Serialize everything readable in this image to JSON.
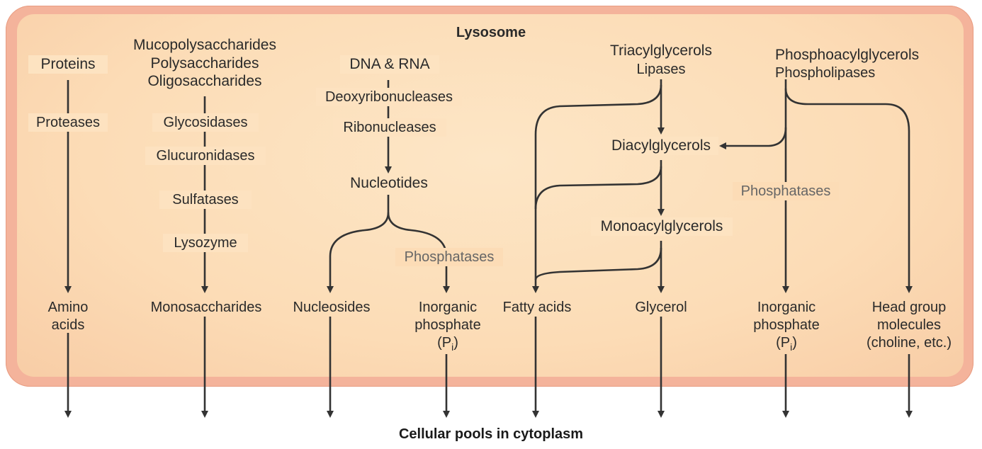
{
  "title": "Lysosome",
  "footer": "Cellular pools in cytoplasm",
  "columns": {
    "proteins": {
      "substrate": "Proteins",
      "enzyme": "Proteases",
      "product_l1": "Amino",
      "product_l2": "acids"
    },
    "carbs": {
      "substrates": [
        "Mucopolysaccharides",
        "Polysaccharides",
        "Oligosaccharides"
      ],
      "enzymes": [
        "Glycosidases",
        "Glucuronidases",
        "Sulfatases",
        "Lysozyme"
      ],
      "product": "Monosaccharides"
    },
    "nucleic": {
      "substrate": "DNA & RNA",
      "enzymes": [
        "Deoxyribonucleases",
        "Ribonucleases"
      ],
      "intermediate": "Nucleotides",
      "enzyme2": "Phosphatases",
      "product1": "Nucleosides",
      "product2_l1": "Inorganic",
      "product2_l2": "phosphate",
      "product2_l3": "(P",
      "product2_sub": "i",
      "product2_close": ")"
    },
    "lipids": {
      "substrate": "Triacylglycerols",
      "enzyme": "Lipases",
      "intermediate1": "Diacylglycerols",
      "intermediate2": "Monoacylglycerols",
      "product1": "Fatty acids",
      "product2": "Glycerol"
    },
    "phospholipids": {
      "substrate": "Phosphoacylglycerols",
      "enzyme": "Phospholipases",
      "enzyme2": "Phosphatases",
      "product1_l1": "Inorganic",
      "product1_l2": "phosphate",
      "product1_l3": "(P",
      "product1_sub": "i",
      "product1_close": ")",
      "product2_l1": "Head group",
      "product2_l2": "molecules",
      "product2_l3": "(choline, etc.)"
    }
  }
}
